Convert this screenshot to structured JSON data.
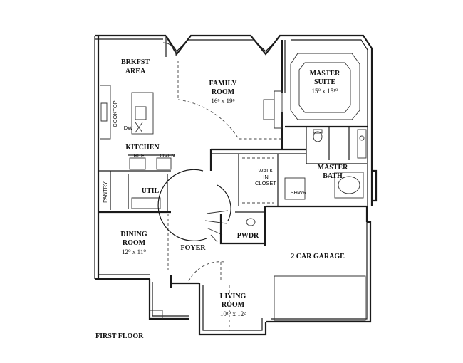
{
  "floor_label": "FIRST FLOOR",
  "rooms": {
    "brkfst": {
      "line1": "BRKFST",
      "line2": "AREA"
    },
    "family": {
      "line1": "FAMILY",
      "line2": "ROOM",
      "dim": "16⁸ x 19⁸"
    },
    "master_suite": {
      "line1": "MASTER",
      "line2": "SUITE",
      "dim": "15⁰ x 15¹⁰"
    },
    "kitchen": {
      "label": "KITCHEN"
    },
    "walk_in_closet": {
      "line1": "WALK",
      "line2": "IN",
      "line3": "CLOSET"
    },
    "master_bath": {
      "line1": "MASTER",
      "line2": "BATH"
    },
    "util": {
      "label": "UTIL"
    },
    "pantry": {
      "label": "PANTRY"
    },
    "dining": {
      "line1": "DINING",
      "line2": "ROOM",
      "dim": "12⁰ x 11⁰"
    },
    "foyer": {
      "label": "FOYER"
    },
    "pwdr": {
      "label": "PWDR"
    },
    "garage": {
      "label": "2 CAR GARAGE"
    },
    "living": {
      "line1": "LIVING",
      "line2": "ROOM",
      "dim": "10¹⁰ x 12²"
    }
  },
  "fixtures": {
    "cooktop": "COOKTOP",
    "dw": "DW",
    "ref": "REF",
    "oven": "OVEN",
    "shwr": "SHWR."
  }
}
